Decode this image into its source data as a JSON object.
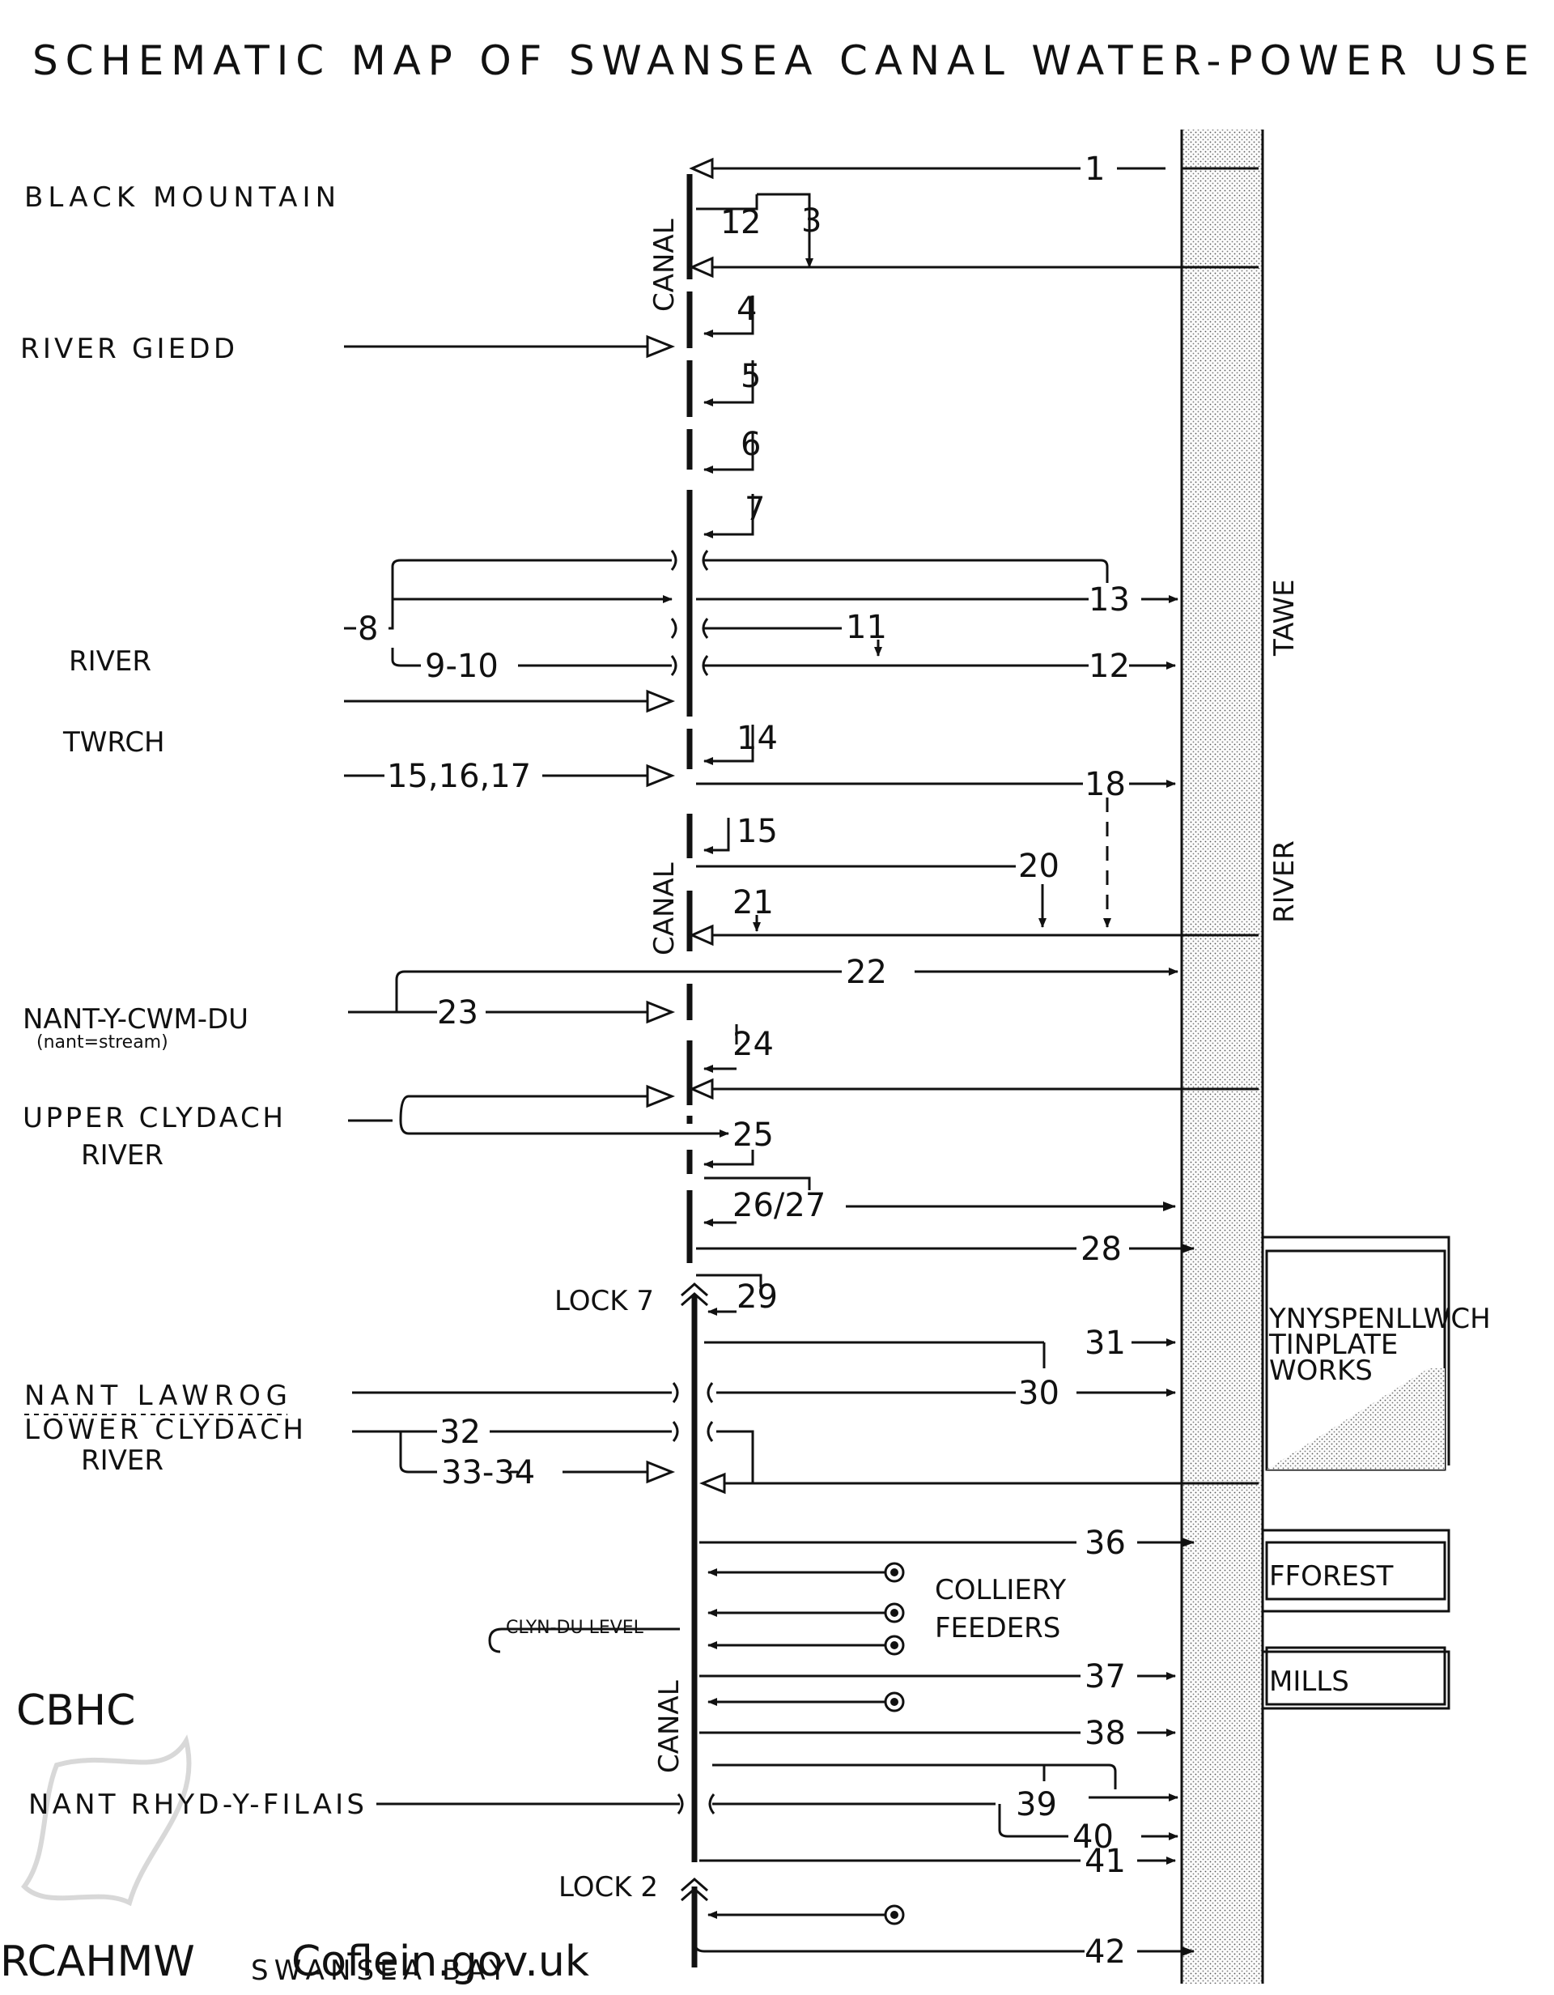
{
  "title": "SCHEMATIC MAP OF SWANSEA CANAL WATER-POWER USE",
  "labels": {
    "black_mountain": "BLACK MOUNTAIN",
    "river_giedd": "RIVER GIEDD",
    "river": "RIVER",
    "twrch": "TWRCH",
    "nant_y_cwm_du": "NANT-Y-CWM-DU",
    "nant_note": "(nant=stream)",
    "upper_clydach": "UPPER CLYDACH",
    "upper_clydach_river": "RIVER",
    "lock7": "LOCK 7",
    "nant_lawrog": "NANT LAWROG",
    "lower_clydach": "LOWER CLYDACH",
    "lower_clydach_river": "RIVER",
    "clyn_du": "CLYN-DU LEVEL",
    "nant_rhyd": "NANT RHYD-Y-FILAIS",
    "lock2": "LOCK 2",
    "swansea_bay": "SWANSEA BAY",
    "canal": "CANAL",
    "tawe": "TAWE",
    "river_tawe": "RIVER",
    "ynys1": "YNYSPENLLWCH",
    "ynys2": "TINPLATE",
    "ynys3": "WORKS",
    "fforest": "FFOREST",
    "mills": "MILLS",
    "colliery": "COLLIERY",
    "feeders": "FEEDERS"
  },
  "numbers": {
    "n1": "1",
    "n2": "2",
    "n3": "3",
    "n4": "4",
    "n5": "5",
    "n6": "6",
    "n7": "7",
    "n8": "8",
    "n9_10": "9-10",
    "n11": "11",
    "n12a": "1",
    "n12": "12",
    "n13": "13",
    "n14": "14",
    "n15_17": "15,16,17",
    "n15": "15",
    "n18": "18",
    "n20": "20",
    "n21": "21",
    "n22": "22",
    "n23": "23",
    "n24": "24",
    "n25": "25",
    "n26_27": "26/27",
    "n28": "28",
    "n29": "29",
    "n30": "30",
    "n31": "31",
    "n32": "32",
    "n33_34": "33-34",
    "n36": "36",
    "n37": "37",
    "n38": "38",
    "n39": "39",
    "n40": "40",
    "n41": "41",
    "n42": "42"
  },
  "watermark": {
    "brand": "CBHC",
    "org": "RCAHMW",
    "site": "Coflein.gov.uk"
  }
}
